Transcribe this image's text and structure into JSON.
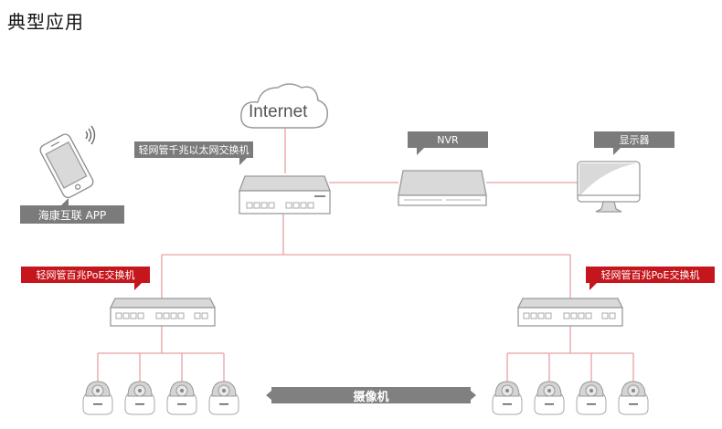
{
  "page_title": "典型应用",
  "nodes": {
    "internet": {
      "label": "Internet"
    },
    "core_switch": {
      "label": "轻网管千兆以太网交换机"
    },
    "nvr": {
      "label": "NVR"
    },
    "monitor": {
      "label": "显示器"
    },
    "app": {
      "label": "海康互联 APP"
    },
    "poe_switch_left": {
      "label": "轻网管百兆PoE交换机"
    },
    "poe_switch_right": {
      "label": "轻网管百兆PoE交换机"
    },
    "cameras": {
      "label": "摄像机",
      "count_left": 4,
      "count_right": 4
    }
  },
  "colors": {
    "link_line": "#e8a0a4",
    "label_gray": "#7b7b7b",
    "label_red": "#c4161c",
    "device_stroke": "#9a9a9a",
    "device_fill_top": "#d9d9d9"
  }
}
